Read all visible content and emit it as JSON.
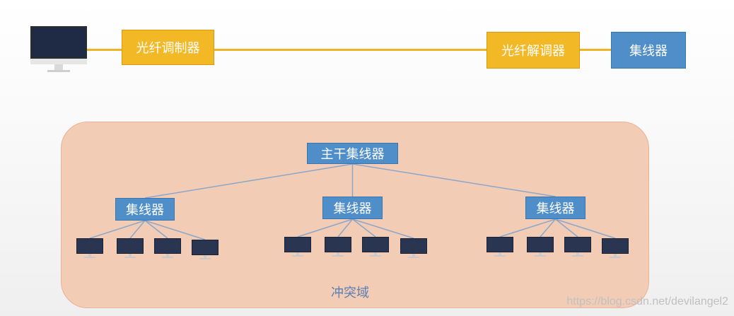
{
  "top_chain": {
    "modulator_label": "光纤调制器",
    "demodulator_label": "光纤解调器",
    "hub_label": "集线器"
  },
  "tree": {
    "main_hub_label": "主干集线器",
    "hubs": [
      {
        "label": "集线器",
        "computers": 4
      },
      {
        "label": "集线器",
        "computers": 4
      },
      {
        "label": "集线器",
        "computers": 4
      }
    ],
    "region_label": "冲突域"
  },
  "watermark": "https://blog.csdn.net/devilangel2",
  "colors": {
    "fiber": "#f0b429",
    "modulator": "#f3b825",
    "hub": "#4f8ec9",
    "collision_domain": "#f3ccb5",
    "tree_lines": "#8aa7c9"
  }
}
